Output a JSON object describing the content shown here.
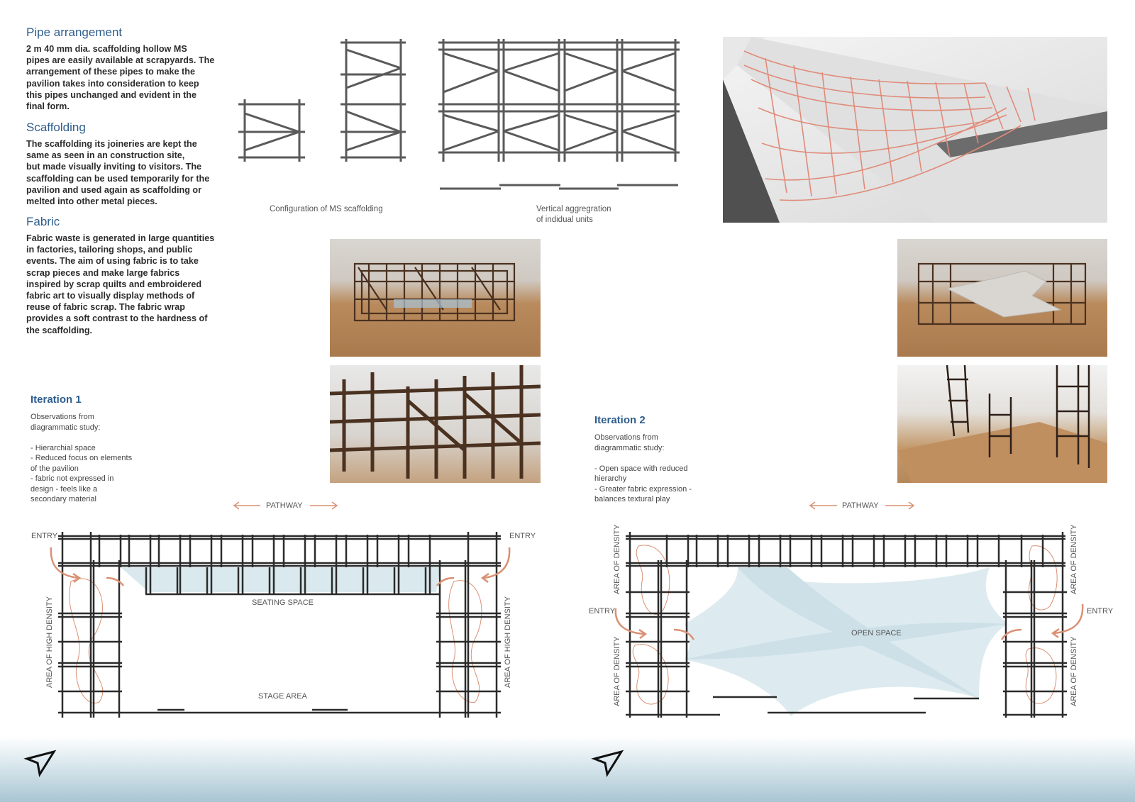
{
  "sections": [
    {
      "title": "Pipe arrangement",
      "lines": [
        "2 m 40 mm dia. scaffolding hollow MS",
        "pipes are easily available at scrapyards. The",
        "arrangement of these pipes to make the",
        "pavilion takes into consideration to keep",
        "this pipes unchanged and evident in the",
        "final form."
      ]
    },
    {
      "title": "Scaffolding",
      "lines": [
        "The scaffolding its joineries are kept the",
        "same as seen in an construction site,",
        "but made visually inviting to visitors. The",
        "scaffolding can be used temporarily for the",
        "pavilion and used again as scaffolding or",
        "melted into other metal pieces."
      ]
    },
    {
      "title": "Fabric",
      "lines": [
        "Fabric waste is generated in large quantities",
        "in factories, tailoring shops, and public",
        "events. The aim of using fabric is to take",
        "scrap pieces and make large fabrics",
        "inspired by scrap quilts and embroidered",
        "fabric art to visually display methods of",
        "reuse of fabric scrap. The fabric wrap",
        "provides a soft contrast to the hardness of",
        "the scaffolding."
      ]
    }
  ],
  "captions": {
    "config": "Configuration of MS scaffolding",
    "vertical_1": "Vertical aggregration",
    "vertical_2": "of indidual units"
  },
  "iteration1": {
    "title": "Iteration 1",
    "lines": [
      "Observations from",
      "diagrammatic study:",
      "",
      "- Hierarchial space",
      "- Reduced focus on elements",
      "of the pavilion",
      "- fabric not expressed in",
      "design - feels like a",
      "secondary material"
    ],
    "labels": {
      "pathway": "PATHWAY",
      "entry_left": "ENTRY",
      "entry_right": "ENTRY",
      "seating": "SEATING SPACE",
      "stage": "STAGE AREA",
      "density_left": "AREA OF HIGH DENSITY",
      "density_right": "AREA OF HIGH DENSITY"
    }
  },
  "iteration2": {
    "title": "Iteration 2",
    "lines": [
      "Observations from",
      "diagrammatic study:",
      "",
      "- Open space with reduced",
      "hierarchy",
      "- Greater fabric expression -",
      "balances textural play"
    ],
    "labels": {
      "pathway": "PATHWAY",
      "entry_left": "ENTRY",
      "entry_right": "ENTRY",
      "open": "OPEN SPACE",
      "density_tl": "AREA OF DENSITY",
      "density_bl": "AREA OF DENSITY",
      "density_tr": "AREA OF DENSITY",
      "density_br": "AREA OF DENSITY"
    }
  },
  "colors": {
    "heading": "#2f5d8c",
    "pipe": "#5a5a5a",
    "arrow": "#d99073",
    "fabric": "#cfe3ea",
    "wood": "#4a3120",
    "board": "#b98a5c"
  }
}
